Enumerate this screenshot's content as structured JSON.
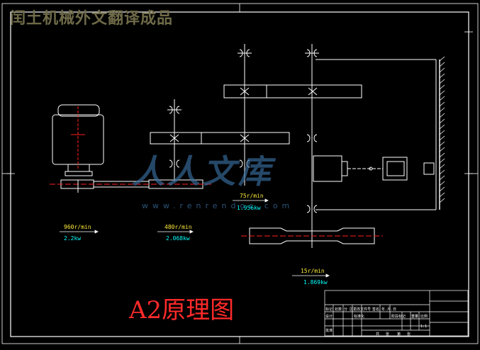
{
  "banner": "闰土机械外文翻译成品",
  "drawing_title": "A2原理图",
  "watermark": {
    "text": "人人文库",
    "url": "www.renrendoc.com"
  },
  "stages": [
    {
      "speed": "960r/min",
      "power": "2.2kw"
    },
    {
      "speed": "480r/min",
      "power": "2.068kw"
    },
    {
      "speed": "75r/min",
      "power": "1.956kw"
    },
    {
      "speed": "15r/min",
      "power": "1.869kw"
    }
  ],
  "title_block": {
    "row1": [
      "标记",
      "处数",
      "分 区",
      "更改文件号",
      "签名",
      "年.月.日"
    ],
    "row2": [
      "设计",
      "标准化"
    ],
    "right_headers": [
      "阶段标记",
      "重量",
      "比例"
    ],
    "scale": "1:1",
    "approve": "批准",
    "bottom": [
      "共",
      "张",
      "第",
      "张"
    ]
  },
  "colors": {
    "frame": "#ffffff",
    "shaft": "#ffffff",
    "center_line": "#ff2020",
    "label_speed": "#ffeb3b",
    "label_power": "#00ffff"
  }
}
